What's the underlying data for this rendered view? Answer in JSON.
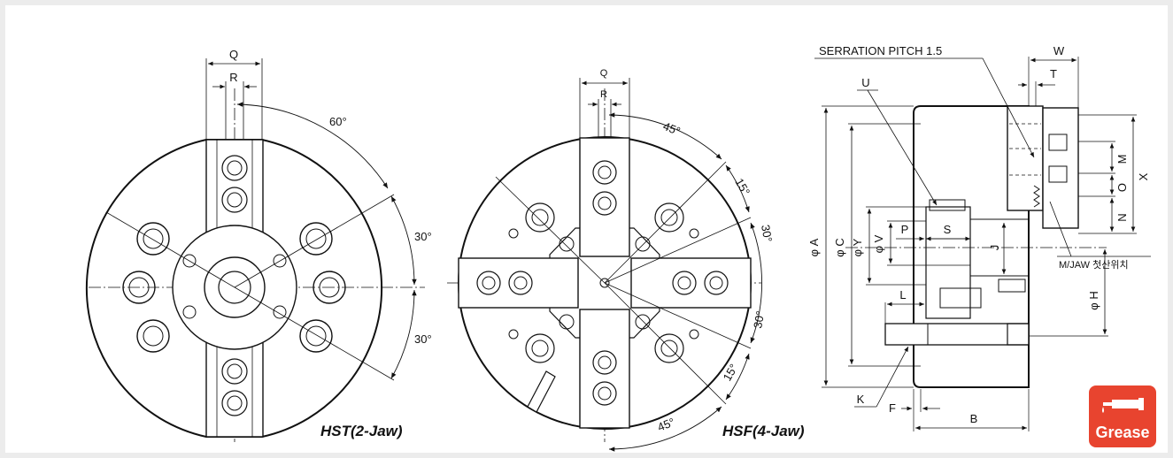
{
  "labels": {
    "hst_caption": "HST(2-Jaw)",
    "hsf_caption": "HSF(4-Jaw)",
    "serration": "SERRATION PITCH 1.5",
    "mjaw_note": "M/JAW 첫산위치",
    "angle_60": "60°",
    "angle_30": "30°",
    "angle_45": "45°",
    "angle_15": "15°",
    "angle_30b": "30°",
    "dim_Q": "Q",
    "dim_R": "R",
    "dim_W": "W",
    "dim_T": "T",
    "dim_U": "U",
    "dim_M": "M",
    "dim_O": "O",
    "dim_N": "N",
    "dim_X": "X",
    "dim_P": "P",
    "dim_S": "S",
    "dim_J": "J",
    "dim_L": "L",
    "dim_K": "K",
    "dim_F": "F",
    "dim_B": "B",
    "dim_A": "φ A",
    "dim_C": "φ C",
    "dim_Y": "φ Y",
    "dim_V": "φ V",
    "dim_H": "φ H"
  },
  "badge": {
    "label": "Grease",
    "icon": "grease-gun-icon",
    "color": "#e8442f"
  }
}
